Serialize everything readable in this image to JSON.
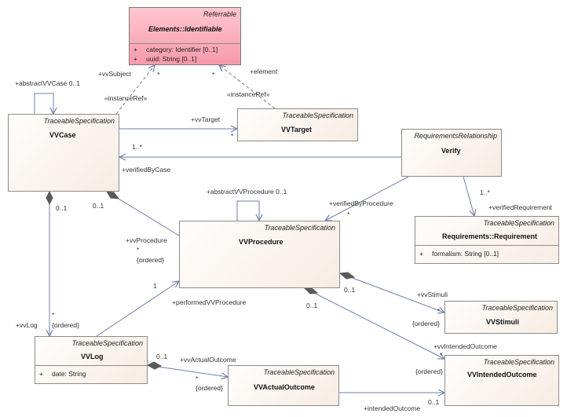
{
  "classes": {
    "identifiable": {
      "stereotype": "Referrable",
      "name": "Elements::Identifiable",
      "attributes": [
        {
          "vis": "+",
          "text": "category: Identifier [0..1]"
        },
        {
          "vis": "+",
          "text": "uuid: String [0..1]"
        }
      ]
    },
    "vvcase": {
      "stereotype": "TraceableSpecification",
      "name": "VVCase"
    },
    "vvtarget": {
      "stereotype": "TraceableSpecification",
      "name": "VVTarget"
    },
    "verify": {
      "stereotype": "RequirementsRelationship",
      "name": "Verify"
    },
    "requirement": {
      "stereotype": "TraceableSpecification",
      "name": "Requirements::Requirement",
      "attributes": [
        {
          "vis": "+",
          "text": "formalism: String [0..1]"
        }
      ]
    },
    "vvprocedure": {
      "stereotype": "TraceableSpecification",
      "name": "VVProcedure"
    },
    "vvstimuli": {
      "stereotype": "TraceableSpecification",
      "name": "VVStimuli"
    },
    "vvlog": {
      "stereotype": "TraceableSpecification",
      "name": "VVLog",
      "attributes": [
        {
          "vis": "+",
          "text": "date: String"
        }
      ]
    },
    "vvactualoutcome": {
      "stereotype": "TraceableSpecification",
      "name": "VVActualOutcome"
    },
    "vvintendedoutcome": {
      "stereotype": "TraceableSpecification",
      "name": "VVIntendedOutcome"
    }
  },
  "labels": {
    "vvsubject": "+vvSubject",
    "element": "+element",
    "instanceref1": "«instanceRef»",
    "instanceref2": "«instanceRef»",
    "star_subject": "*",
    "star_element": "*",
    "abstract_case": "+abstractVVCase 0..1",
    "vvtarget_role": "+vvTarget",
    "star_target": "*",
    "mult_verify_case": "1..*",
    "verified_by_case": "+verifiedByCase",
    "mult_verify_req": "1..*",
    "verified_requirement": "+verifiedRequirement",
    "verified_by_procedure": "+verifiedByProcedure",
    "star_verify_proc": "*",
    "abstract_procedure": "+abstractVVProcedure 0..1",
    "mult_case_log": "0..1",
    "mult_case_proc": "0..1",
    "vvprocedure_role": "+vvProcedure",
    "star_proc": "*",
    "ordered_proc": "{ordered}",
    "mult_log_proc": "1",
    "performed_procedure": "+performedVVProcedure",
    "vvlog_role": "+vvLog",
    "star_log": "*",
    "ordered_log": "{ordered}",
    "mult_proc_stimuli": "0..1",
    "vvstimuli_role": "+vvStimuli",
    "star_stimuli": "*",
    "ordered_stimuli": "{ordered}",
    "mult_proc_intended": "0..1",
    "vvintended_role": "+vvIntendedOutcome",
    "star_intended": "*",
    "ordered_intended": "{ordered}",
    "mult_log_actual": "0..1",
    "vvactual_role": "+vvActualOutcome",
    "star_actual": "*",
    "ordered_actual": "{ordered}",
    "intended_outcome_role": "+intendedOutcome",
    "mult_intended_outcome": "0..1"
  }
}
